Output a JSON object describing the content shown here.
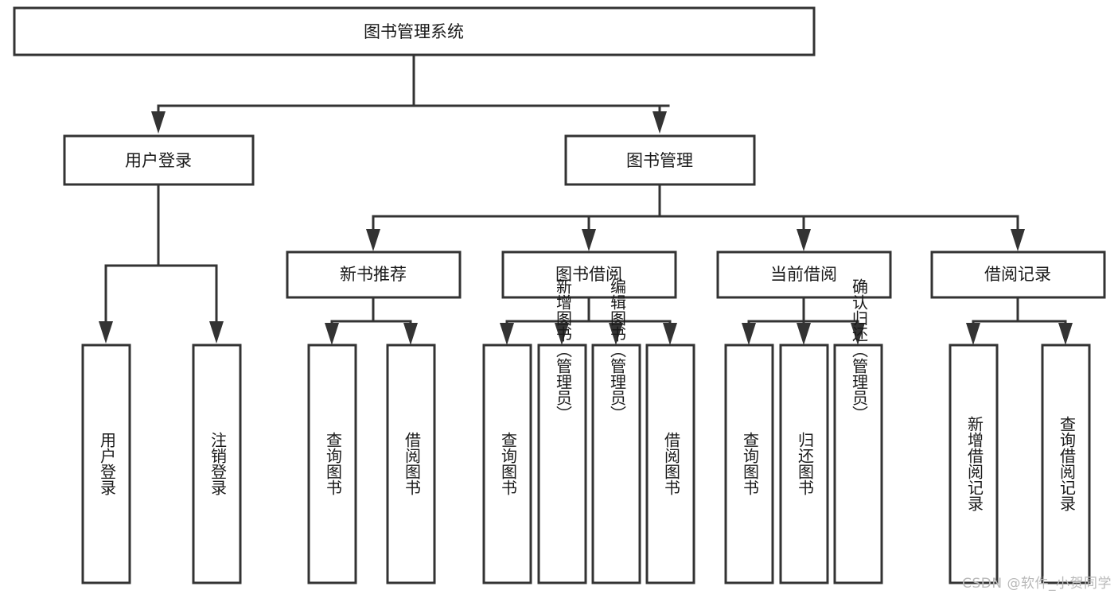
{
  "diagram": {
    "type": "tree",
    "title": "图书管理系统",
    "watermark": "CSDN @软件_小贺同学",
    "colors": {
      "stroke": "#333333",
      "fill": "#ffffff",
      "text": "#1a1a1a",
      "watermark": "#b9b9b9"
    },
    "root": {
      "label": "图书管理系统"
    },
    "level2": [
      {
        "label": "用户登录"
      },
      {
        "label": "图书管理"
      }
    ],
    "level3": [
      {
        "label": "新书推荐"
      },
      {
        "label": "图书借阅"
      },
      {
        "label": "当前借阅"
      },
      {
        "label": "借阅记录"
      }
    ],
    "leaves": {
      "user_login": [
        {
          "label": "用户登录"
        },
        {
          "label": "注销登录"
        }
      ],
      "new_book": [
        {
          "label": "查询图书"
        },
        {
          "label": "借阅图书"
        }
      ],
      "book_borrow": [
        {
          "label": "查询图书"
        },
        {
          "label": "新增图书（管理员）"
        },
        {
          "label": "编辑图书（管理员）"
        },
        {
          "label": "借阅图书"
        }
      ],
      "current_borrow": [
        {
          "label": "查询图书"
        },
        {
          "label": "归还图书"
        },
        {
          "label": "确认归还（管理员）"
        }
      ],
      "borrow_record": [
        {
          "label": "新增借阅记录"
        },
        {
          "label": "查询借阅记录"
        }
      ]
    }
  }
}
